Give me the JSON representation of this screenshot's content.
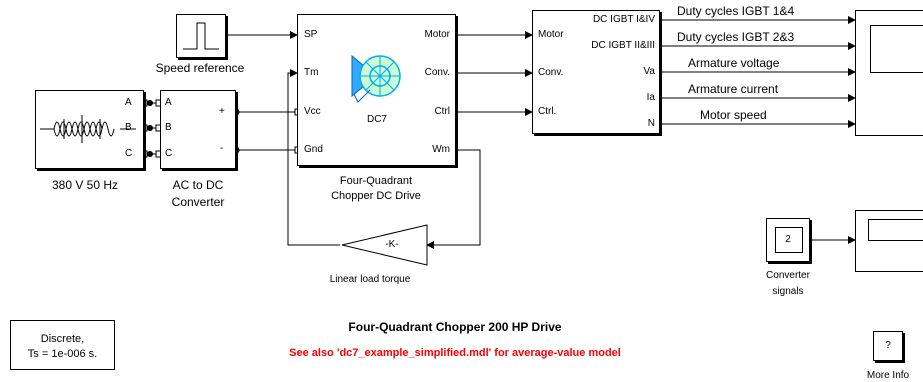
{
  "blocks": {
    "speed_reference": {
      "label": "Speed reference"
    },
    "source": {
      "label": "380 V  50 Hz",
      "ports": [
        "A",
        "B",
        "C"
      ]
    },
    "rectifier": {
      "label_line1": "AC to DC",
      "label_line2": "Converter",
      "in_ports": [
        "A",
        "B",
        "C"
      ],
      "out_ports": [
        "+",
        "-"
      ]
    },
    "drive": {
      "name": "DC7",
      "label_line1": "Four-Quadrant",
      "label_line2": "Chopper DC Drive",
      "in_ports": [
        "SP",
        "Tm",
        "Vcc",
        "Gnd"
      ],
      "out_ports": [
        "Motor",
        "Conv.",
        "Ctrl",
        "Wm"
      ]
    },
    "gain": {
      "value": "-K-",
      "label": "Linear load torque"
    },
    "demux": {
      "in_ports": [
        "Motor",
        "Conv.",
        "Ctrl."
      ],
      "out_ports": [
        "DC IGBT I&IV",
        "DC IGBT II&III",
        "Va",
        "Ia",
        "N"
      ]
    },
    "signals": [
      "Duty cycles IGBT 1&4",
      "Duty cycles IGBT 2&3",
      "Armature voltage",
      "Armature current",
      "Motor speed"
    ],
    "converter_signals": {
      "value": "2",
      "label_line1": "Converter",
      "label_line2": "signals"
    },
    "powergui": {
      "line1": "Discrete,",
      "line2": "Ts = 1e-006 s."
    },
    "more_info": {
      "glyph": "?",
      "label": "More Info"
    }
  },
  "title": "Four-Quadrant Chopper 200 HP Drive",
  "subtitle": "See also 'dc7_example_simplified.mdl' for average-value model",
  "colors": {
    "subtitle": "#ff0000",
    "icon_fill": "#ccffcc",
    "icon_stroke": "#00aaff"
  }
}
